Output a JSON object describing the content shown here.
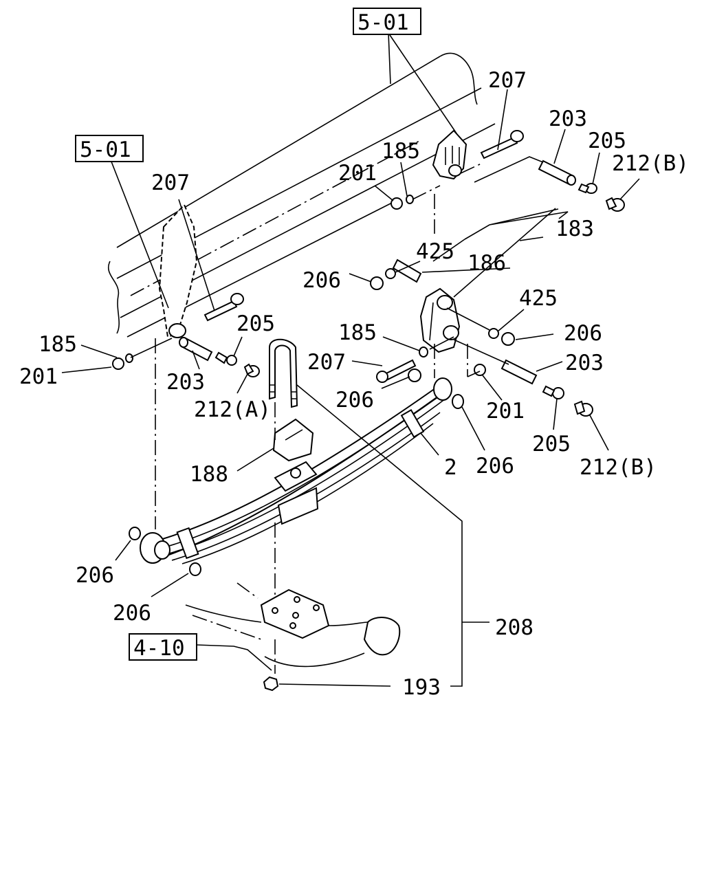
{
  "diagram": {
    "references": [
      "5-01",
      "5-01",
      "4-10"
    ],
    "part_labels": [
      "207",
      "203",
      "205",
      "212(B)",
      "185",
      "201",
      "183",
      "425",
      "186",
      "206",
      "425",
      "206",
      "185",
      "207",
      "203",
      "206",
      "201",
      "205",
      "212(B)",
      "2",
      "206",
      "207",
      "185",
      "201",
      "205",
      "203",
      "212(A)",
      "188",
      "206",
      "206",
      "208",
      "193"
    ]
  }
}
